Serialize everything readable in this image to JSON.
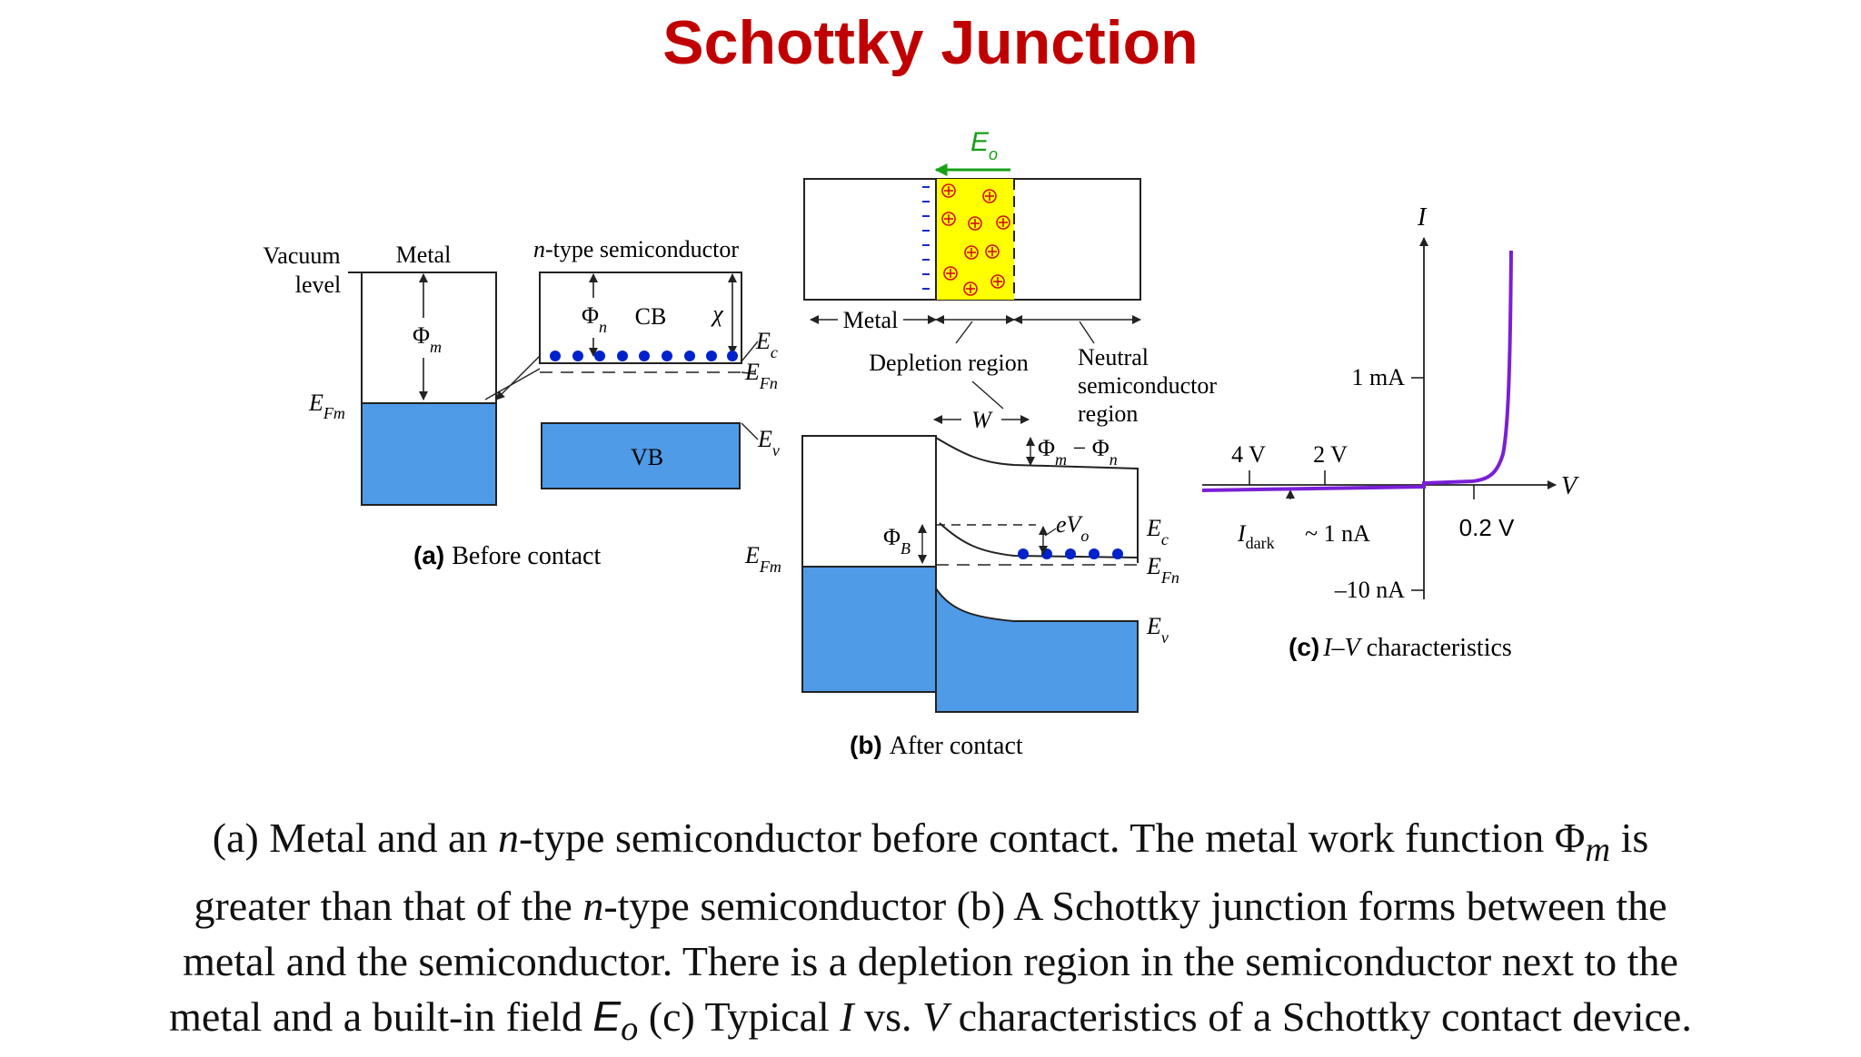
{
  "title": "Schottky Junction",
  "panel_a": {
    "label_letter": "(a)",
    "label_text": "Before contact",
    "vacuum_level": [
      "Vacuum",
      "level"
    ],
    "metal": "Metal",
    "semiconductor_italic": "n",
    "semiconductor_rest": "-type semiconductor",
    "phi": "Φ",
    "phi_m_sub": "m",
    "phi_n_sub": "n",
    "cb": "CB",
    "vb": "VB",
    "chi": "χ",
    "e": "E",
    "sub_fm": "Fm",
    "sub_c": "c",
    "sub_fn": "Fn",
    "sub_v": "v"
  },
  "panel_b": {
    "label_letter": "(b)",
    "label_text": "After contact",
    "field": "E",
    "field_sub": "o",
    "metal": "Metal",
    "depletion": "Depletion region",
    "neutral": [
      "Neutral",
      "semiconductor",
      "region"
    ],
    "w": "W",
    "phi": "Φ",
    "phi_m_sub": "m",
    "phi_n_sub": "n",
    "minus": " − ",
    "phi_b_sub": "B",
    "ev": "eV",
    "ev_sub": "o",
    "e": "E",
    "sub_c": "c",
    "sub_fn": "Fn",
    "sub_v": "v",
    "sub_fm": "Fm"
  },
  "panel_c": {
    "label_letter": "(c)",
    "label_text": " characteristics",
    "label_iv": "I–V",
    "axis_i": "I",
    "axis_v": "V",
    "tick_1ma": "1 mA",
    "tick_4v": "4 V",
    "tick_2v": "2 V",
    "tick_02v": "0.2 V",
    "idark": "I",
    "idark_sub": "dark",
    "tilde_1na": "~ 1 nA",
    "tick_10na": "–10 nA"
  },
  "caption": {
    "l1_a": "(a) Metal and an ",
    "n": "n",
    "l1_b": "-type semiconductor before contact. The metal work function Φ",
    "l1_sub": "m",
    "l1_c": " is",
    "l2_a": "greater than that of the ",
    "l2_b": "-type semiconductor (b) A Schottky junction forms between the",
    "l3": "metal and the semiconductor. There is a depletion region in the semiconductor next to the",
    "l4_a": "metal and a built-in field ",
    "l4_e": "E",
    "l4_sub": "o",
    "l4_b": " (c) Typical ",
    "l4_i": "I",
    "l4_c": " vs. ",
    "l4_v": "V",
    "l4_d": " characteristics of a Schottky contact device."
  },
  "colors": {
    "title": "#c00000",
    "band_fill": "#4f9be8",
    "depletion_fill": "#ffff00",
    "electron": "#0022cc",
    "field_arrow": "#16a016",
    "iv_curve": "#7a1fd6",
    "plus_sign": "#d01010"
  }
}
